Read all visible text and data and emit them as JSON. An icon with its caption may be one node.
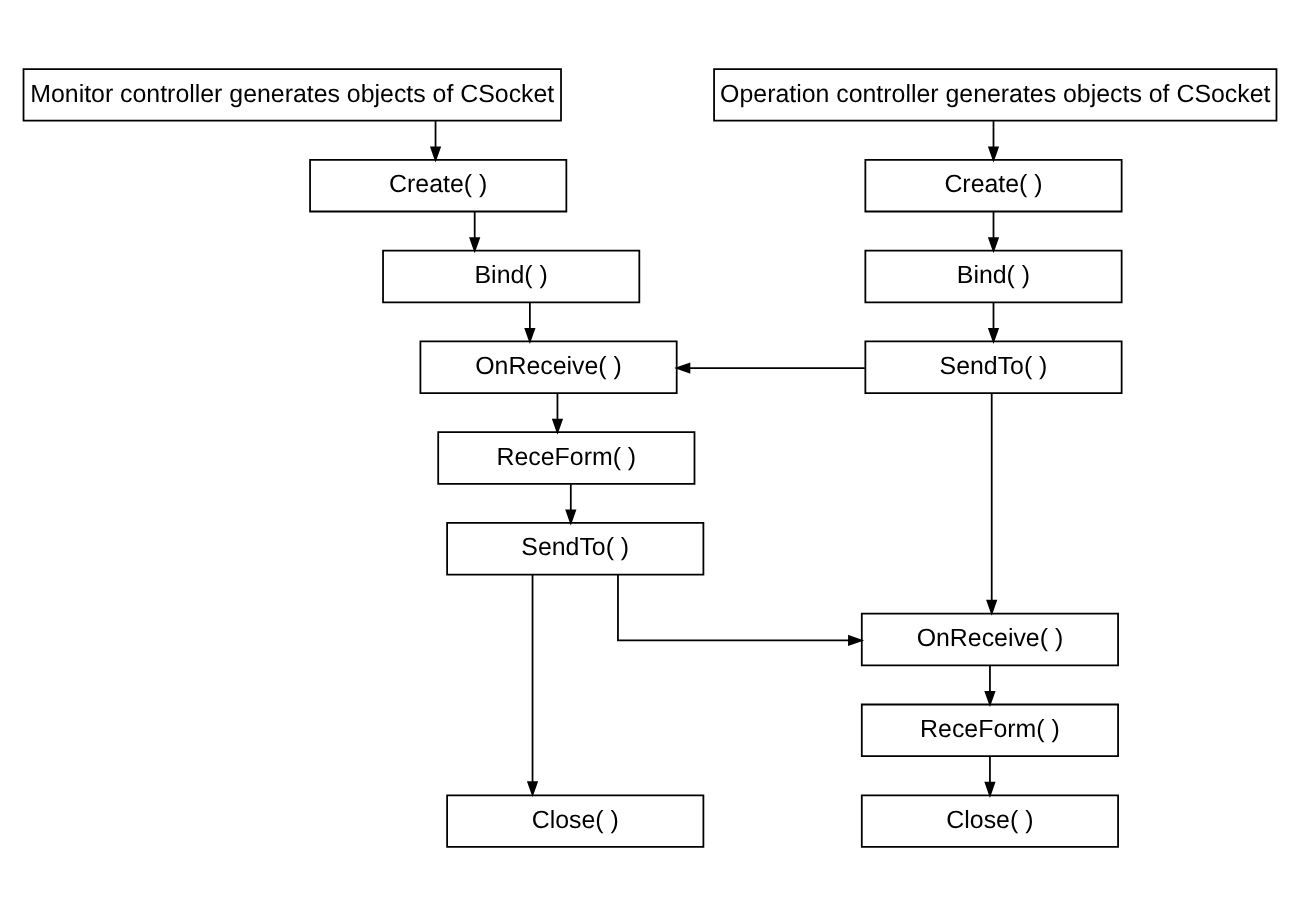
{
  "diagram": {
    "nodes": [
      {
        "text": [
          "Monitor controller generates objects of CSocket"
        ]
      },
      {
        "text": [
          "Create( )"
        ]
      },
      {
        "text": [
          "Bind( )"
        ]
      },
      {
        "text": [
          "OnReceive( )"
        ]
      },
      {
        "text": [
          "ReceForm( )"
        ]
      },
      {
        "text": [
          "SendTo( )"
        ]
      },
      {
        "text": [
          "Close( )"
        ]
      },
      {
        "text": [
          "Operation controller generates objects of CSocket"
        ]
      },
      {
        "text": [
          "Create( )"
        ]
      },
      {
        "text": [
          "Bind( )"
        ]
      },
      {
        "text": [
          "SendTo( )"
        ]
      },
      {
        "text": [
          "OnReceive( )"
        ]
      },
      {
        "text": [
          "ReceForm( )"
        ]
      },
      {
        "text": [
          "Close( )"
        ]
      }
    ],
    "edges": [
      {
        "from": 0,
        "to": 1,
        "arrow": "to"
      },
      {
        "from": 1,
        "to": 2,
        "arrow": "to"
      },
      {
        "from": 2,
        "to": 3,
        "arrow": "to"
      },
      {
        "from": 3,
        "to": 4,
        "arrow": "to"
      },
      {
        "from": 4,
        "to": 5,
        "arrow": "to"
      },
      {
        "from": 5,
        "to": 6,
        "arrow": "to"
      },
      {
        "from": 7,
        "to": 8,
        "arrow": "to"
      },
      {
        "from": 8,
        "to": 9,
        "arrow": "to"
      },
      {
        "from": 9,
        "to": 10,
        "arrow": "to"
      },
      {
        "from": 10,
        "to": 3,
        "arrow": "to"
      },
      {
        "from": 10,
        "to": 11,
        "arrow": "to"
      },
      {
        "from": 5,
        "to": 11,
        "arrow": "to"
      },
      {
        "from": 11,
        "to": 12,
        "arrow": "to"
      },
      {
        "from": 12,
        "to": 13,
        "arrow": "to"
      }
    ]
  }
}
